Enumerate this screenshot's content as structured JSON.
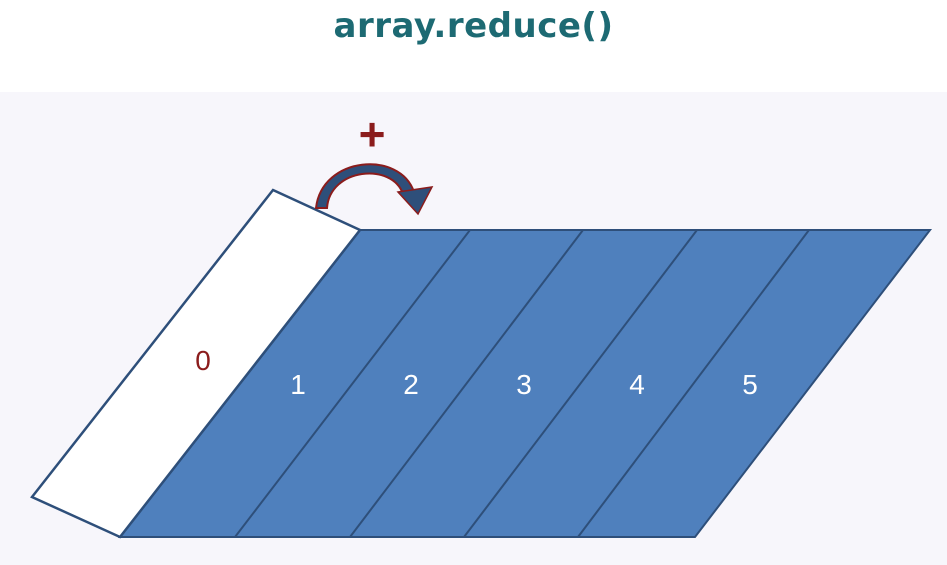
{
  "title": {
    "text": "array.reduce()",
    "color": "#1d6a73"
  },
  "diagram": {
    "operator": "+",
    "colors": {
      "cell_fill": "#4f80bd",
      "cell_edge": "#2e4f7a",
      "folded_fill": "#ffffff",
      "folded_edge": "#2e4f7a",
      "accent": "#8b1c1c",
      "arrow_fill": "#2e4f7a",
      "background": "#f7f6fb"
    },
    "folded_cell": "0",
    "cells": [
      "1",
      "2",
      "3",
      "4",
      "5"
    ]
  }
}
